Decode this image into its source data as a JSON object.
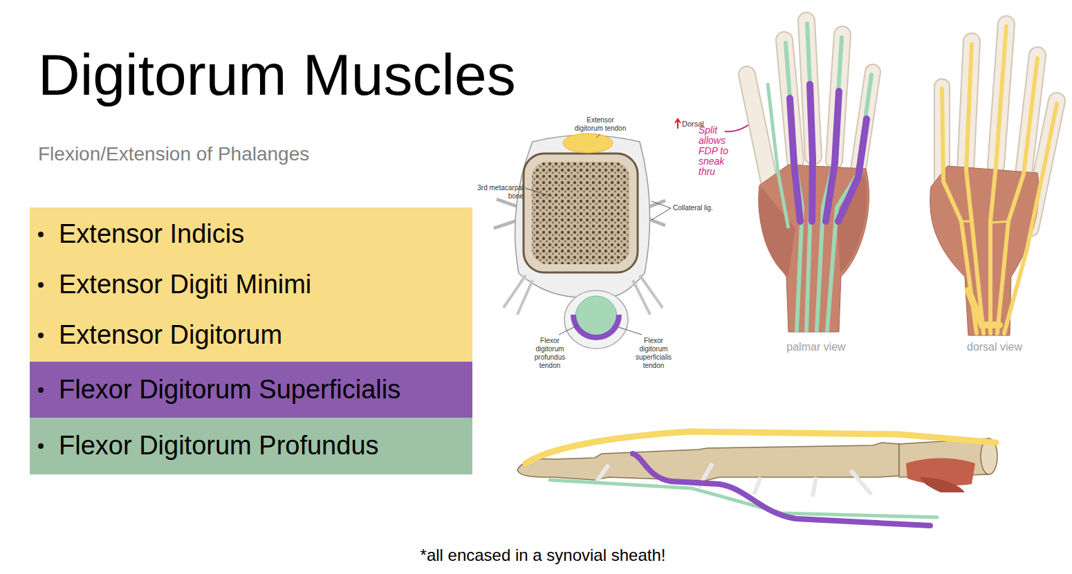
{
  "diagram": {
    "title": "Digitorum Muscles",
    "caption": "*all encased in a synovial sheath!",
    "nodes": [
      {
        "text": [
          "Extensor Indicis",
          "Extensor Digiti Minimi",
          "Extensor Digitorum"
        ]
      },
      {
        "text": [
          "Flexor Digitorum Superficialis"
        ]
      },
      {
        "text": [
          "Flexor Digitorum Profundus"
        ]
      }
    ],
    "labels": [
      "Flexion/Extension of Phalanges",
      "Extensor digitorum tendon",
      "Dorsal",
      "Split allows FDP to sneak thru",
      "3rd metacarpal bone",
      "Collateral lig.",
      "Flexor digitorum profundus tendon",
      "Flexor digitorum superficialis tendon",
      "palmar view",
      "dorsal view"
    ]
  }
}
